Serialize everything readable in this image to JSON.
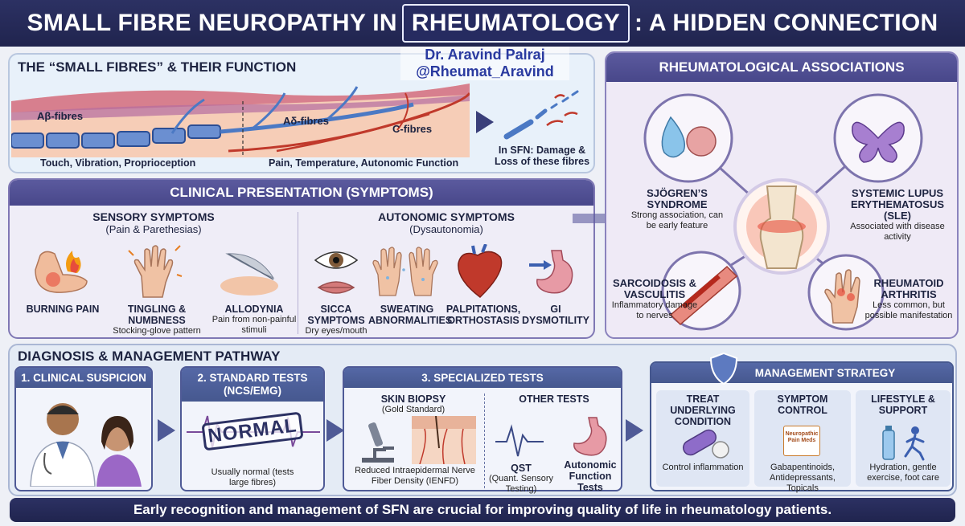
{
  "header": {
    "title_pre": "SMALL FIBRE NEUROPATHY IN",
    "title_highlight": "RHEUMATOLOGY",
    "title_post": ": A HIDDEN CONNECTION"
  },
  "author": {
    "name": "Dr. Aravind Palraj",
    "handle": "@Rheumat_Aravind"
  },
  "fibres": {
    "title": "THE “SMALL FIBRES” & THEIR FUNCTION",
    "ab_label": "Aβ-fibres",
    "ad_label": "Aδ-fibres",
    "c_label": "C-fibres",
    "ab_function": "Touch, Vibration, Proprioception",
    "small_function": "Pain, Temperature, Autonomic Function",
    "damage_note": "In SFN: Damage & Loss of these fibres"
  },
  "clinical": {
    "title": "CLINICAL PRESENTATION (SYMPTOMS)",
    "sensory_title": "SENSORY SYMPTOMS",
    "sensory_sub": "(Pain & Parethesias)",
    "autonomic_title": "AUTONOMIC SYMPTOMS",
    "autonomic_sub": "(Dysautonomia)",
    "items": [
      {
        "label": "BURNING PAIN",
        "sub": ""
      },
      {
        "label": "TINGLING & NUMBNESS",
        "sub": "Stocking-glove pattern"
      },
      {
        "label": "ALLODYNIA",
        "sub": "Pain from non-painful stimuli"
      },
      {
        "label": "SICCA SYMPTOMS",
        "sub": "Dry eyes/mouth"
      },
      {
        "label": "SWEATING ABNORMALITIES",
        "sub": ""
      },
      {
        "label": "PALPITATIONS, ORTHOSTASIS",
        "sub": ""
      },
      {
        "label": "GI DYSMOTILITY",
        "sub": ""
      }
    ]
  },
  "associations": {
    "title": "RHEUMATOLOGICAL ASSOCIATIONS",
    "sjogren": {
      "name": "SJÖGREN’S SYNDROME",
      "desc": "Strong association, can be early feature"
    },
    "sle": {
      "name": "SYSTEMIC LUPUS ERYTHEMATOSUS (SLE)",
      "desc": "Associated with disease activity"
    },
    "sarcoid": {
      "name": "SARCOIDOSIS & VASCULITIS",
      "desc": "Inflammatory damage to nerves"
    },
    "ra": {
      "name": "RHEUMATOID ARTHRITIS",
      "desc": "Less common, but possible manifestation"
    }
  },
  "diagnosis": {
    "title": "DIAGNOSIS & MANAGEMENT PATHWAY",
    "step1": "1. CLINICAL SUSPICION",
    "step2": "2. STANDARD TESTS (NCS/EMG)",
    "step2_stamp": "NORMAL",
    "step2_note": "Usually normal (tests large fibres)",
    "step3": "3. SPECIALIZED TESTS",
    "biopsy_title": "SKIN BIOPSY",
    "biopsy_sub": "(Gold Standard)",
    "biopsy_note": "Reduced Intraepidermal Nerve Fiber Density (IENFD)",
    "other_title": "OTHER TESTS",
    "qst": "QST",
    "qst_sub": "(Quant. Sensory Testing)",
    "autonomic_tests": "Autonomic Function Tests",
    "mgmt_title": "MANAGEMENT STRATEGY",
    "treat_title": "TREAT UNDERLYING CONDITION",
    "treat_note": "Control inflammation",
    "symptom_title": "SYMPTOM CONTROL",
    "pill_box": "Neuropathic Pain Meds",
    "symptom_note": "Gabapentinoids, Antidepressants, Topicals",
    "lifestyle_title": "LIFESTYLE & SUPPORT",
    "lifestyle_note": "Hydration, gentle exercise, foot care"
  },
  "footer": {
    "text": "Early recognition and management of SFN are crucial for improving quality of life in rheumatology patients."
  },
  "colors": {
    "navy": "#2c3163",
    "purple": "#5b5a9e",
    "blue": "#4f5a96",
    "nerve_red": "#c0392b"
  }
}
